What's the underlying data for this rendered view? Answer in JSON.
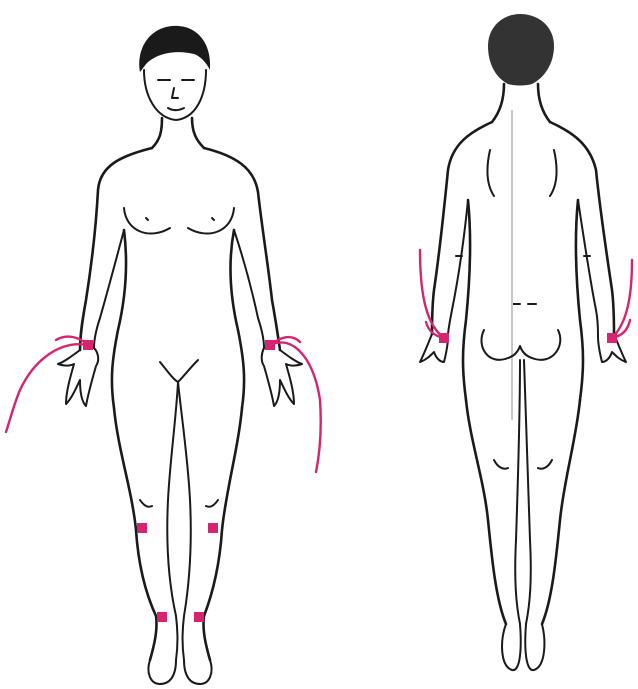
{
  "colors": {
    "background": "#ffffff",
    "outline": "#1a1a1a",
    "electrode": "#d6246e",
    "lead_wire": "#d6246e",
    "head_back": "#333333",
    "spine_line": "#c8c8c8"
  },
  "figures": [
    {
      "view": "front",
      "electrode_count": 6
    },
    {
      "view": "back",
      "electrode_count": 2
    }
  ]
}
